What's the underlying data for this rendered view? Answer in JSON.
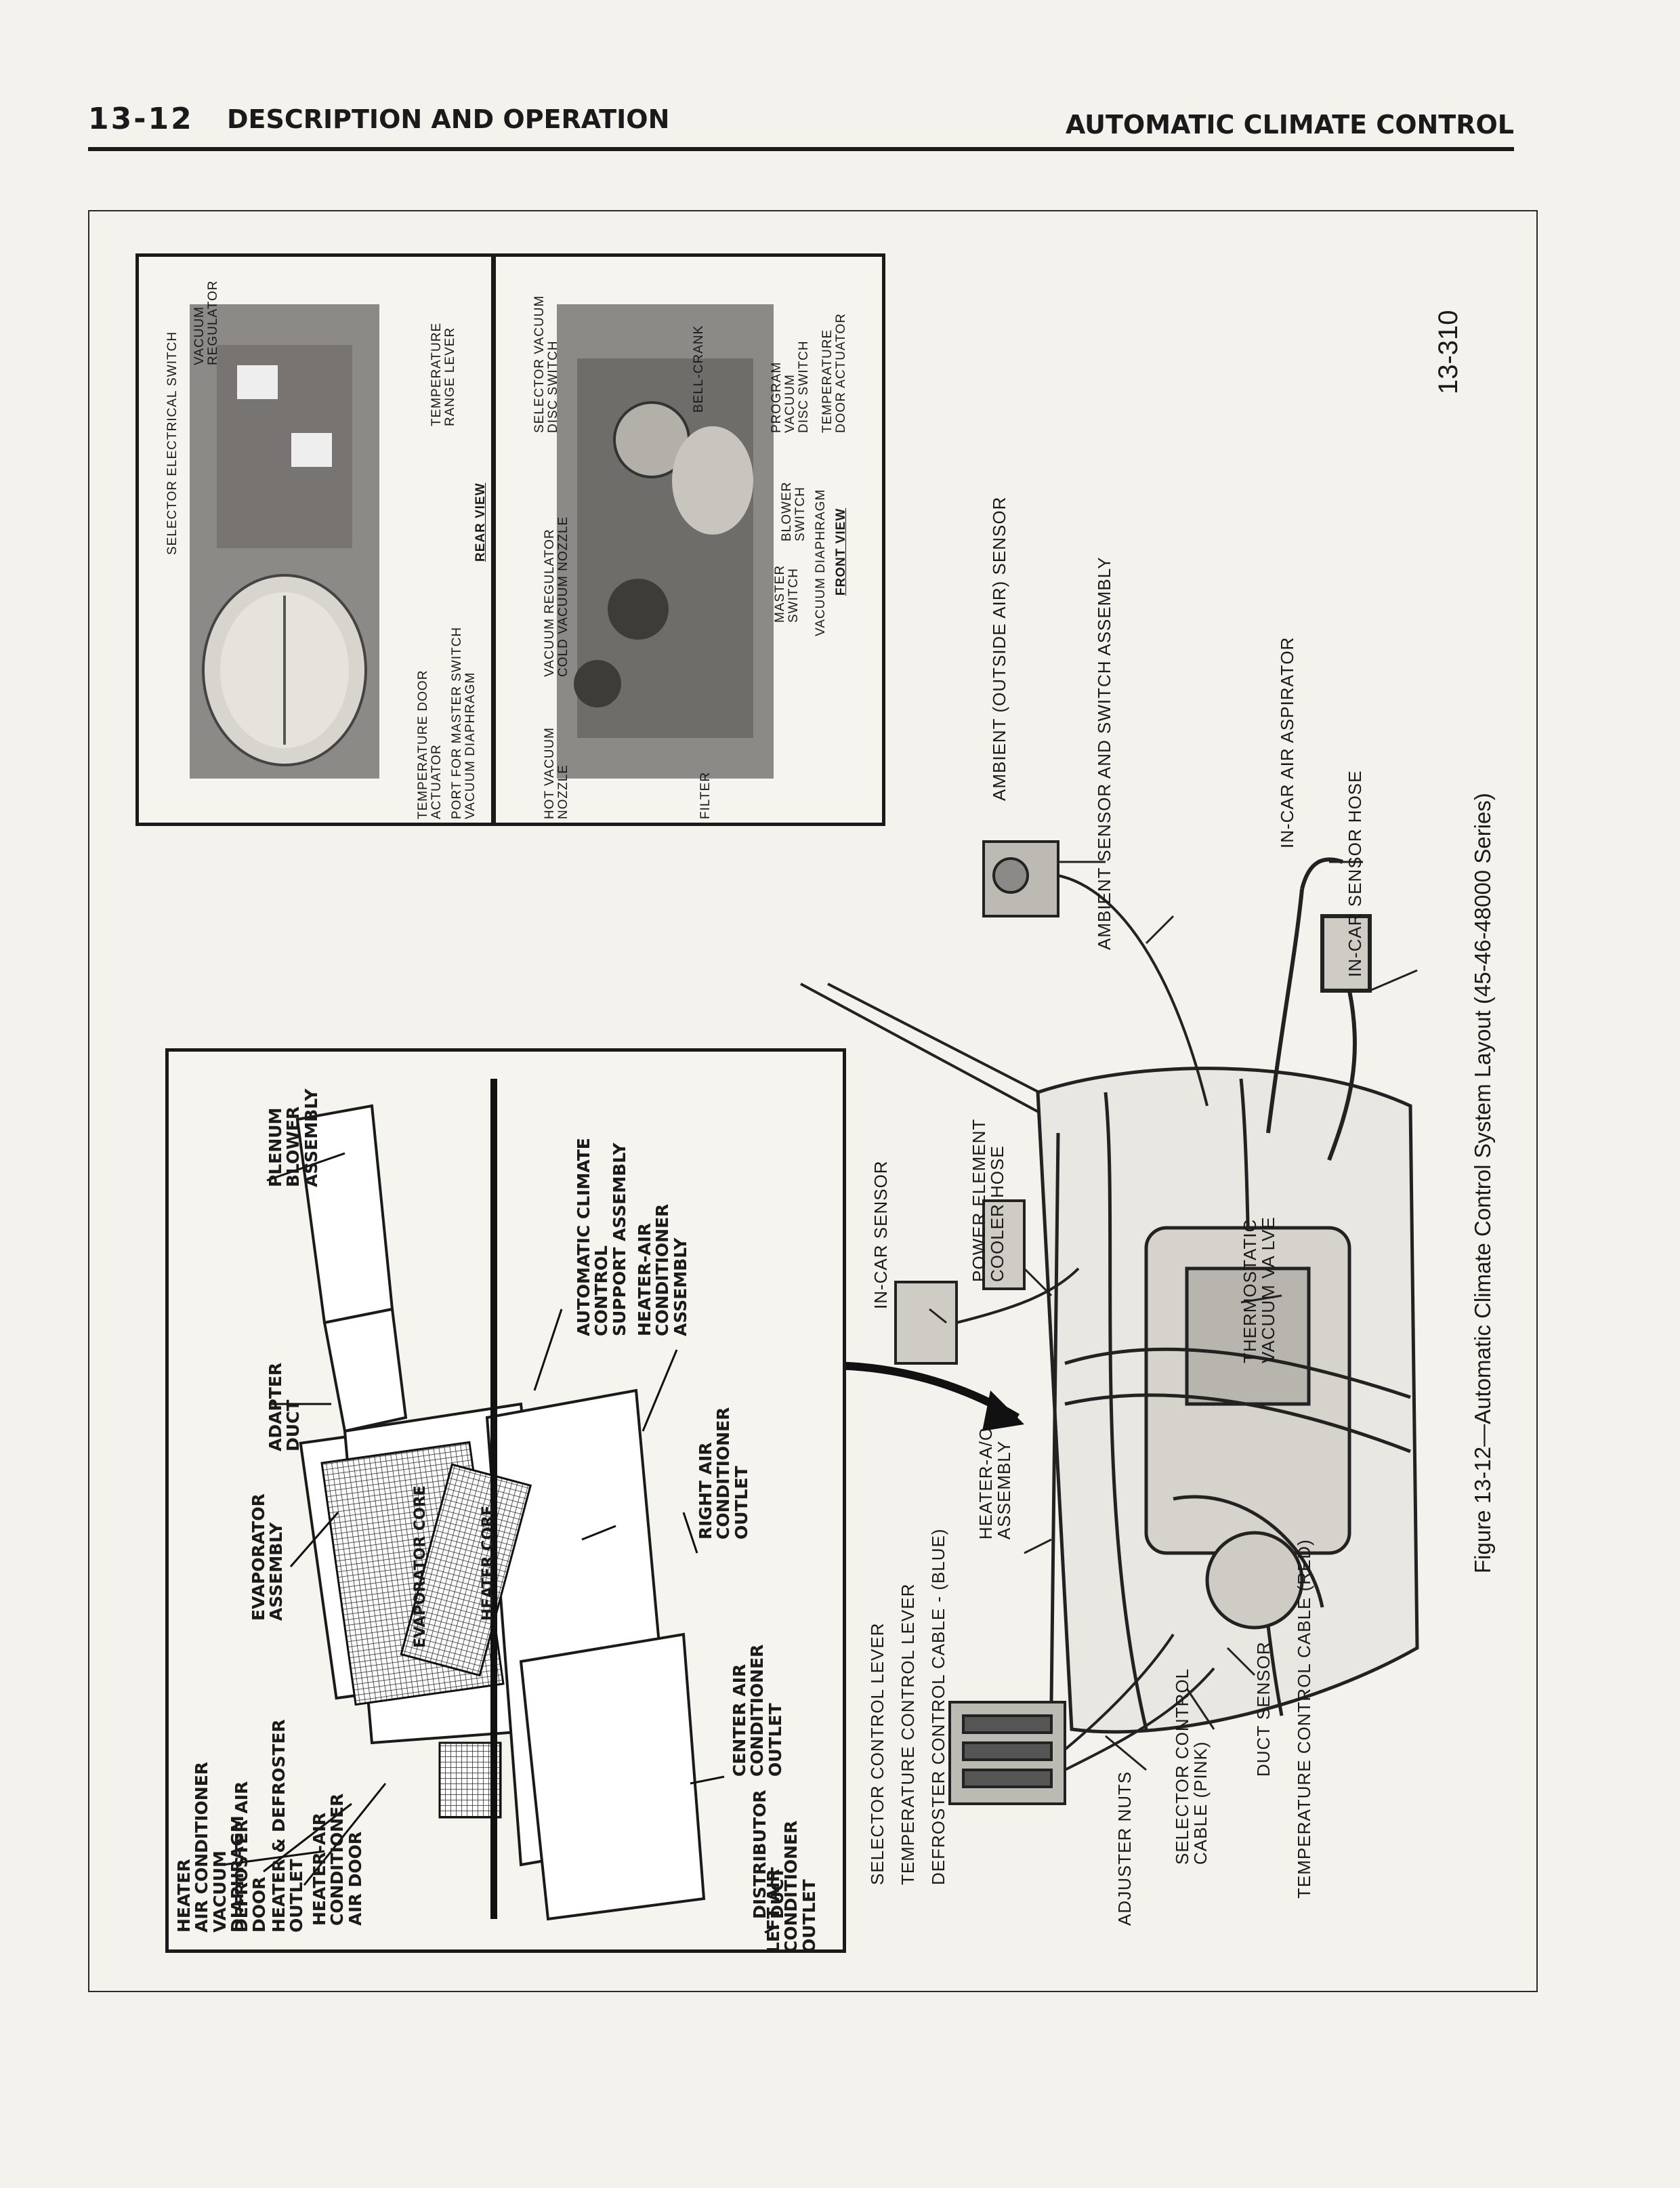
{
  "header": {
    "page_number": "13-12",
    "title": "DESCRIPTION AND OPERATION",
    "section": "AUTOMATIC CLIMATE CONTROL"
  },
  "figure": {
    "caption": "Figure 13-12—Automatic Climate Control System Layout (45-46-48000 Series)",
    "number": "13-310",
    "rear_view_inset": {
      "view_label": "REAR VIEW",
      "labels": {
        "selector_electrical_switch": "SELECTOR ELECTRICAL SWITCH",
        "vacuum_regulator": "VACUUM\nREGULATOR",
        "temperature_range_lever": "TEMPERATURE\nRANGE LEVER",
        "temperature_door_actuator": "TEMPERATURE DOOR\nACTUATOR",
        "port_for_master_switch": "PORT FOR MASTER SWITCH\nVACUUM DIAPHRAGM"
      }
    },
    "front_view_inset": {
      "view_label": "FRONT VIEW",
      "labels": {
        "selector_vacuum_disc_switch": "SELECTOR VACUUM\nDISC SWITCH",
        "bell_crank": "BELL-CRANK",
        "program_vacuum_disc_switch": "PROGRAM\nVACUUM\nDISC SWITCH",
        "temperature_door_actuator": "TEMPERATURE\nDOOR ACTUATOR",
        "blower_switch": "BLOWER\nSWITCH",
        "master_switch": "MASTER\nSWITCH",
        "vacuum_diaphragm": "VACUUM DIAPHRAGM",
        "vacuum_regulator_cold_nozzle": "VACUUM REGULATOR\nCOLD VACUUM NOZZLE",
        "hot_vacuum_nozzle": "HOT VACUUM\nNOZZLE",
        "filter": "FILTER"
      }
    },
    "heater_inset": {
      "labels": {
        "plenum_blower": "PLENUM\nBLOWER\nASSEMBLY",
        "support_assembly": "AUTOMATIC CLIMATE\nCONTROL\nSUPPORT ASSEMBLY",
        "heater_ac_assembly": "HEATER-AIR\nCONDITIONER\nASSEMBLY",
        "adapter_duct": "ADAPTER\nDUCT",
        "right_outlet": "RIGHT AIR\nCONDITIONER\nOUTLET",
        "center_outlet": "CENTER AIR\nCONDITIONER\nOUTLET",
        "evaporator_assembly": "EVAPORATOR\nASSEMBLY",
        "evaporator_core": "EVAPORATOR CORE",
        "heater_core": "HEATER CORE",
        "distributor_duct": "DISTRIBUTOR\nDUCT",
        "heater_vacuum_diaphragm": "HEATER\nAIR CONDITIONER\nVACUUM\nDIAPHRAGM",
        "defroster_air_door": "DEFROSTER AIR\nDOOR",
        "heater_defroster_outlet": "HEATER & DEFROSTER\nOUTLET",
        "heater_ac_air_door": "HEATER-AIR\nCONDITIONER\nAIR DOOR",
        "left_outlet": "LEFT AIR\nCONDITIONER\nOUTLET"
      }
    },
    "car_labels": {
      "ambient_sensor": "AMBIENT (OUTSIDE AIR) SENSOR",
      "ambient_sensor_switch": "AMBIENT SENSOR AND SWITCH ASSEMBLY",
      "in_car_aspirator": "IN-CAR AIR ASPIRATOR",
      "in_car_sensor_hose": "IN-CAR SENSOR HOSE",
      "in_car_sensor": "IN-CAR SENSOR",
      "power_element_hose": "POWER ELEMENT\nCOOLER HOSE",
      "thermostatic_valve": "THERMOSTATIC\nVACUUM VA LVE",
      "heater_ac_assembly": "HEATER-A/C\nASSEMBLY",
      "selector_control_lever": "SELECTOR CONTROL LEVER",
      "temperature_control_lever": "TEMPERATURE CONTROL LEVER",
      "defroster_cable": "DEFROSTER CONTROL CABLE - (BLUE)",
      "duct_sensor": "DUCT SENSOR",
      "temperature_cable": "TEMPERATURE CONTROL CABLE (RED)",
      "adjuster_nuts": "ADJUSTER NUTS",
      "selector_cable": "SELECTOR CONTROL\nCABLE (PINK)"
    }
  }
}
